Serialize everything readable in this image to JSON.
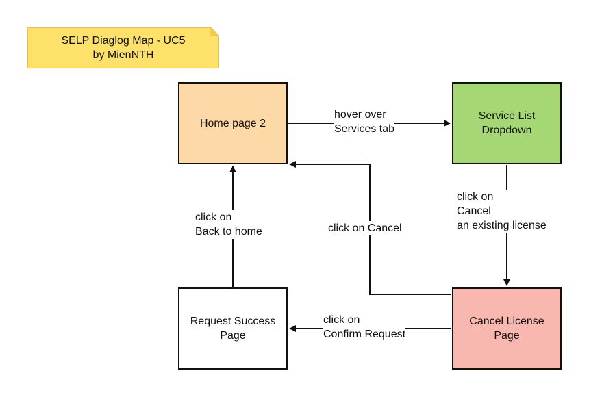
{
  "note": {
    "line1": "SELP Diaglog Map - UC5",
    "line2": "by MienNTH",
    "fill": "#fde16b"
  },
  "nodes": {
    "home": {
      "line1": "Home page 2",
      "fill": "#fed9a8"
    },
    "service_list": {
      "line1": "Service List",
      "line2": "Dropdown",
      "fill": "#a5d874"
    },
    "request_success": {
      "line1": "Request Success",
      "line2": "Page",
      "fill": "#ffffff"
    },
    "cancel_license": {
      "line1": "Cancel License",
      "line2": "Page",
      "fill": "#f8b8b0"
    }
  },
  "edges": {
    "home_to_service": {
      "line1": "hover over",
      "line2": "Services tab"
    },
    "service_to_cancel": {
      "line1": "click on",
      "line2": "Cancel",
      "line3": "an existing license"
    },
    "cancel_to_home": {
      "line1": "click on Cancel"
    },
    "success_to_home": {
      "line1": "click on",
      "line2": "Back to home"
    },
    "cancel_to_success": {
      "line1": "click on",
      "line2": "Confirm Request"
    }
  }
}
